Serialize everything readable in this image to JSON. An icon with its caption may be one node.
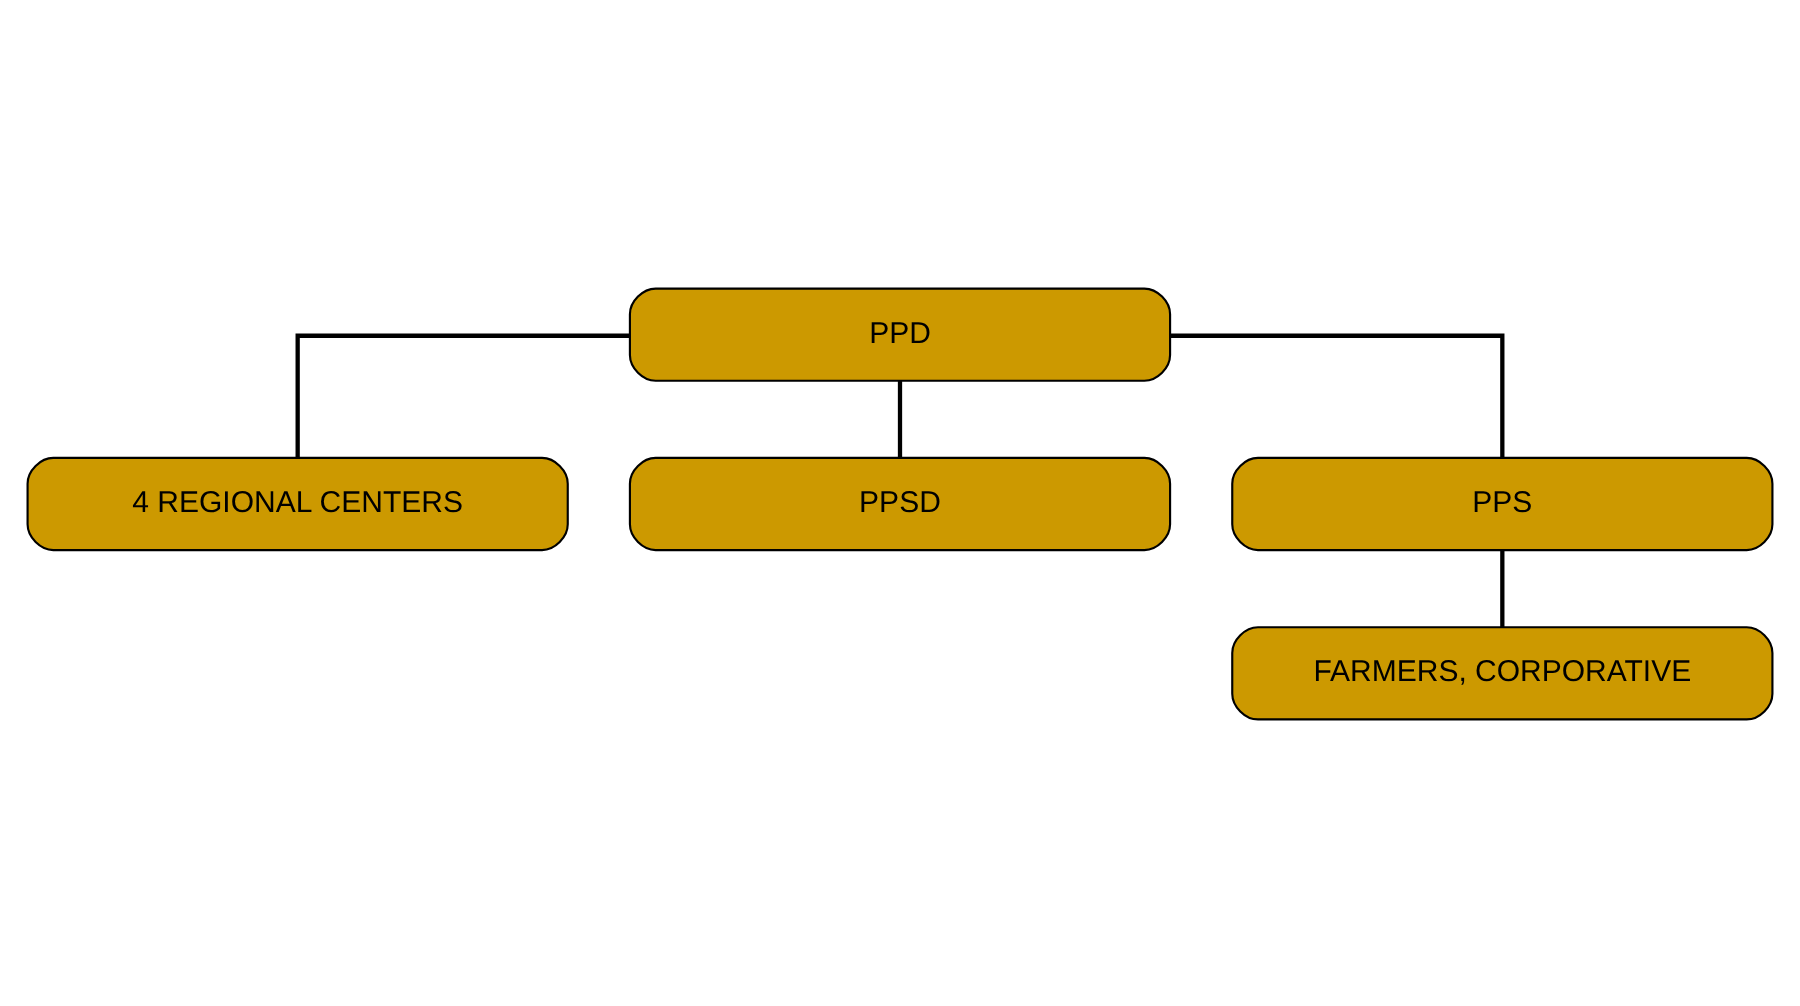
{
  "diagram": {
    "nodes": [
      {
        "text": [
          "PPD"
        ]
      },
      {
        "text": [
          "4 REGIONAL CENTERS"
        ]
      },
      {
        "text": [
          "PPSD"
        ]
      },
      {
        "text": [
          "PPS"
        ]
      },
      {
        "text": [
          "FARMERS, CORPORATIVE"
        ]
      }
    ],
    "edges": [
      {
        "from": 0,
        "to": 1,
        "arrow": "none"
      },
      {
        "from": 0,
        "to": 2,
        "arrow": "none"
      },
      {
        "from": 0,
        "to": 3,
        "arrow": "none"
      },
      {
        "from": 3,
        "to": 4,
        "arrow": "none"
      }
    ]
  }
}
